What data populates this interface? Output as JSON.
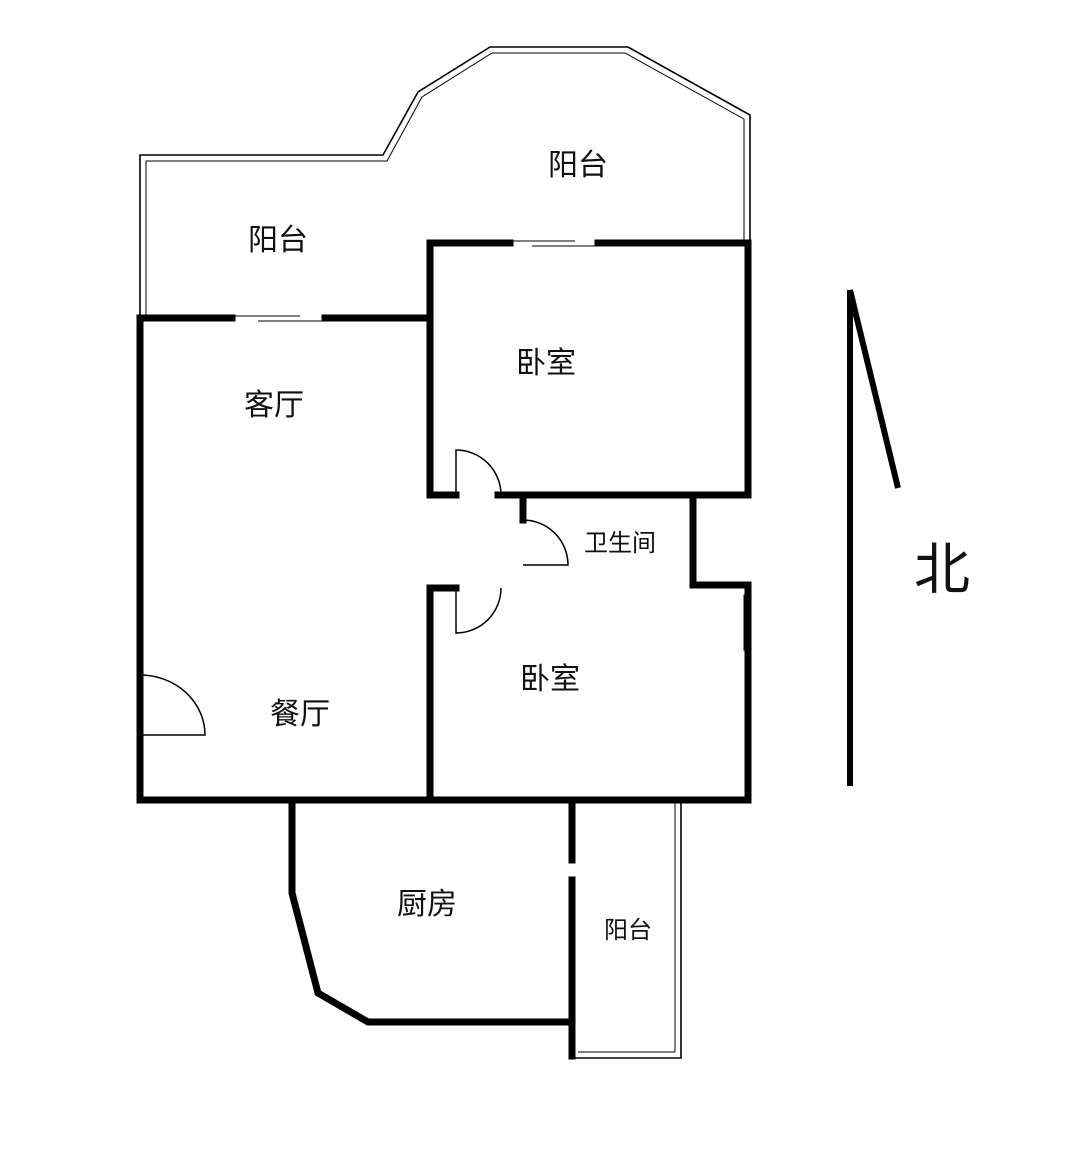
{
  "rooms": {
    "balcony_north_east": "阳台",
    "balcony_north_west": "阳台",
    "bedroom_upper": "卧室",
    "living_room": "客厅",
    "bathroom": "卫生间",
    "bedroom_lower": "卧室",
    "dining_room": "餐厅",
    "kitchen": "厨房",
    "balcony_south": "阳台"
  },
  "compass": {
    "label": "北",
    "icon": "north-arrow-icon"
  }
}
